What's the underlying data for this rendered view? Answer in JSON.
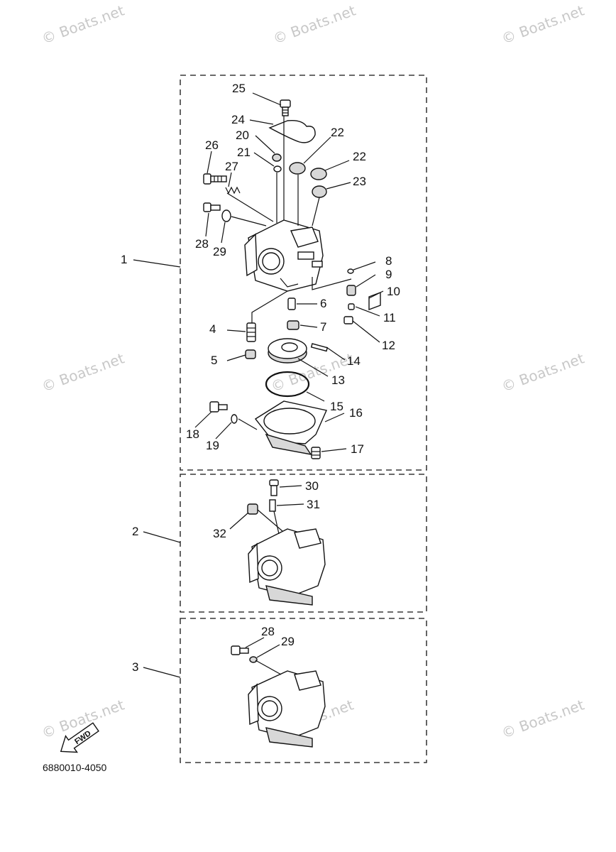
{
  "watermark": "© Boats.net",
  "drawing_code": "6880010-4050",
  "fwd_label": "FWD",
  "callouts": {
    "c1": "1",
    "c2": "2",
    "c3": "3",
    "c4": "4",
    "c5": "5",
    "c6": "6",
    "c7": "7",
    "c8": "8",
    "c9": "9",
    "c10": "10",
    "c11": "11",
    "c12": "12",
    "c13": "13",
    "c14": "14",
    "c15": "15",
    "c16": "16",
    "c17": "17",
    "c18": "18",
    "c19": "19",
    "c20": "20",
    "c21": "21",
    "c22a": "22",
    "c22b": "22",
    "c23": "23",
    "c24": "24",
    "c25": "25",
    "c26": "26",
    "c27": "27",
    "c28a": "28",
    "c29a": "29",
    "c30": "30",
    "c31": "31",
    "c32": "32",
    "c28b": "28",
    "c29b": "29"
  }
}
